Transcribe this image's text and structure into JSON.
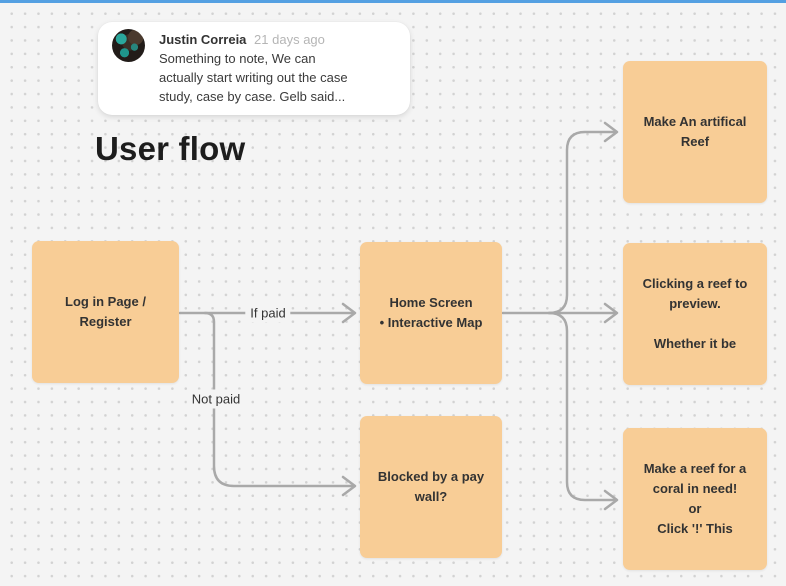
{
  "canvas": {
    "title": "User flow"
  },
  "comment": {
    "author": "Justin Correia",
    "timestamp": "21 days ago",
    "body": "Something to note, We can\nactually start writing out the case\nstudy, case by case. Gelb said..."
  },
  "nodes": {
    "login": {
      "label": "Log in Page /\nRegister"
    },
    "home": {
      "label": "Home Screen\n•  Interactive Map"
    },
    "paywall": {
      "label": "Blocked by a pay\nwall?"
    },
    "artificial_reef": {
      "label": "Make An artifical\nReef"
    },
    "preview_reef": {
      "label": "Clicking a reef to\npreview.\n\nWhether it be"
    },
    "coral_need": {
      "label": "Make a reef for a\ncoral in need!\nor\nClick '!' This"
    }
  },
  "edges": {
    "if_paid": {
      "label": "If paid"
    },
    "not_paid": {
      "label": "Not paid"
    }
  },
  "colors": {
    "sticky": "#f8cd96",
    "connector": "#a9a9a9",
    "canvas_bg": "#f4f4f4",
    "dot": "#d2d2d2",
    "top_border": "#54a0e2",
    "text": "#333333",
    "muted_time": "#b5b5b5"
  }
}
